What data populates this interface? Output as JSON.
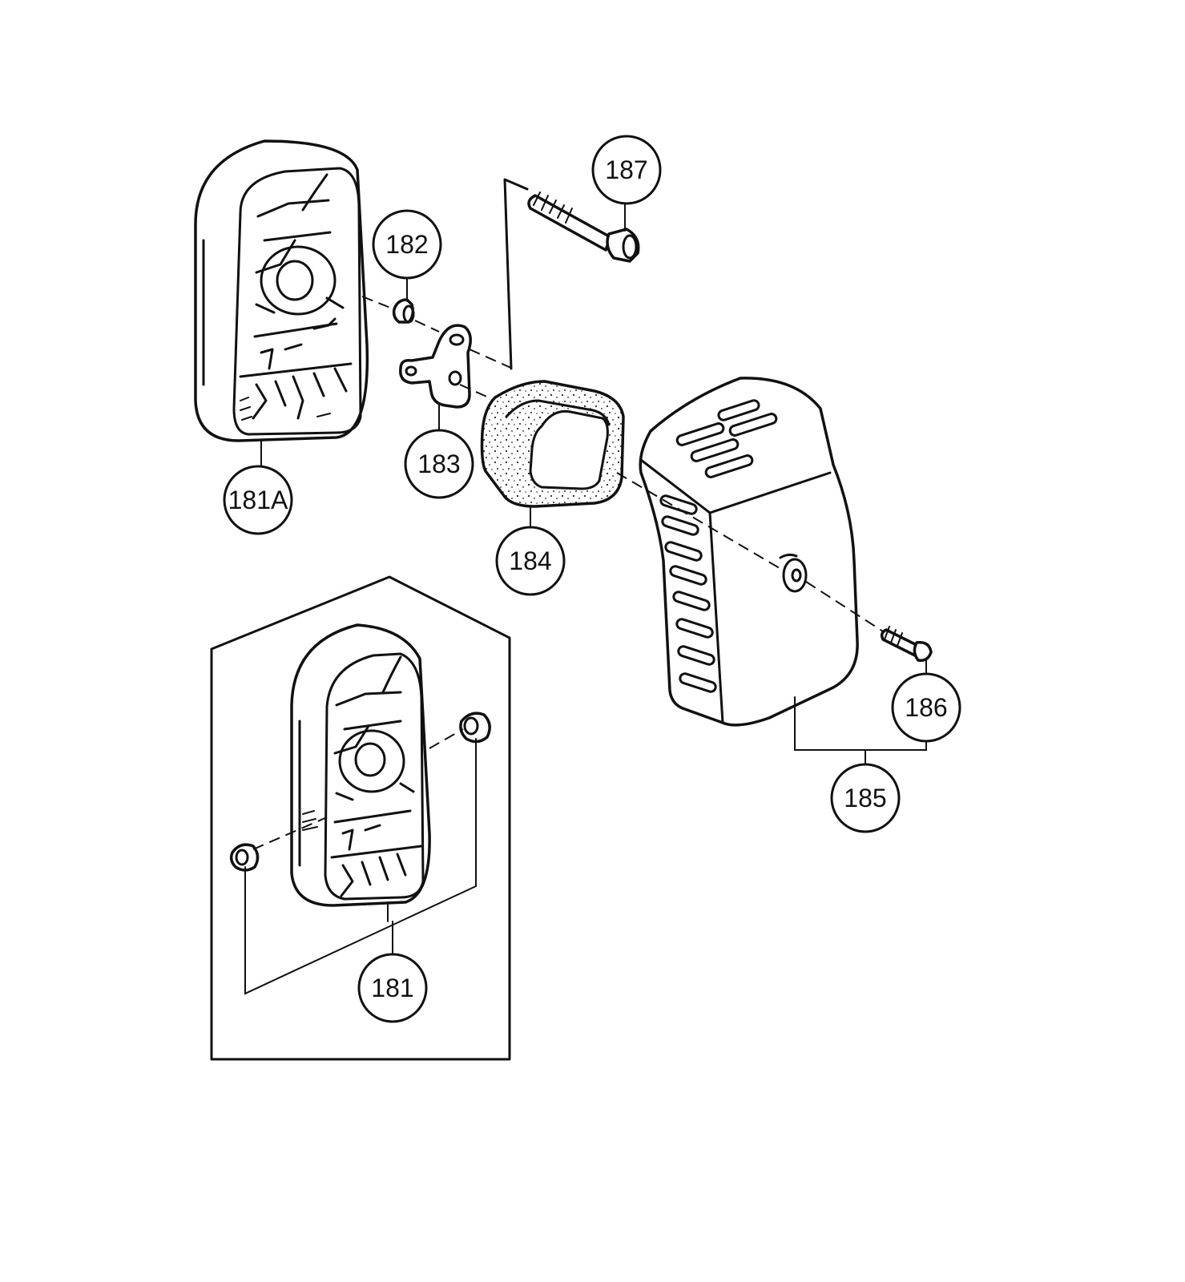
{
  "callouts": {
    "c181": "181",
    "c181a": "181A",
    "c182": "182",
    "c183": "183",
    "c184": "184",
    "c185": "185",
    "c186": "186",
    "c187": "187"
  },
  "icons": {
    "air_cleaner_base": "air-cleaner-base-icon",
    "air_cleaner_cover": "air-cleaner-cover-icon",
    "filter_element": "foam-filter-icon"
  }
}
